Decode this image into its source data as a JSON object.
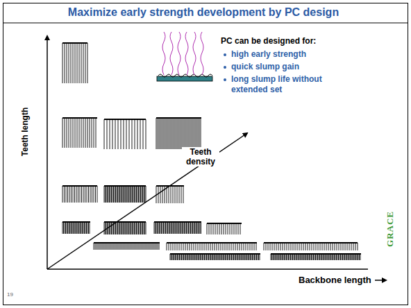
{
  "diagram": {
    "title": "Maximize early strength development by PC design",
    "labels": [
      "Teeth length",
      "Teeth density",
      "Backbone length",
      "PC can be designed for:",
      "high early strength",
      "quick slump gain",
      "long slump life without extended set",
      "GRACE",
      "19"
    ]
  }
}
